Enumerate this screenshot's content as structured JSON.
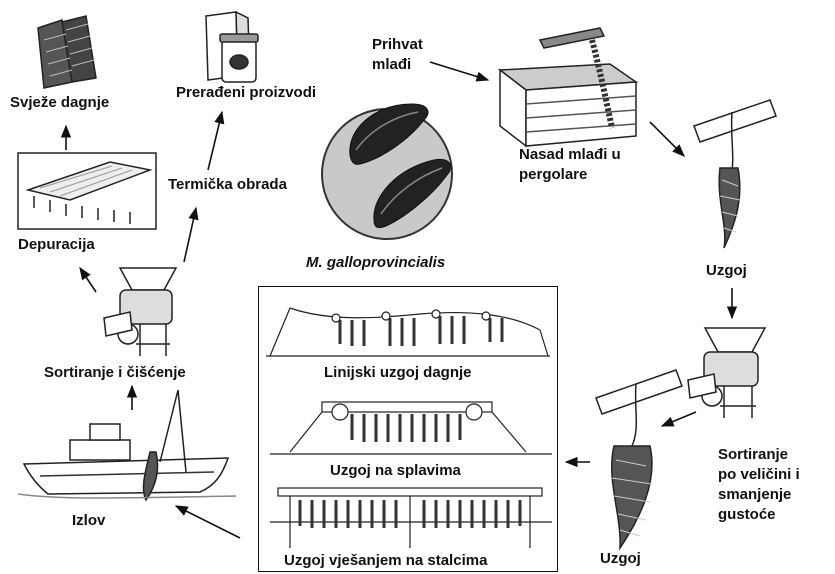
{
  "species": "M. galloprovincialis",
  "labels": {
    "fresh": "Svježe dagnje",
    "processed": "Prerađeni proizvodi",
    "thermal": "Termička obrada",
    "depuration": "Depuracija",
    "sorting_cleaning": "Sortiranje i čišćenje",
    "harvest": "Izlov",
    "spat_collection_1": "Prihvat",
    "spat_collection_2": "mlađi",
    "spat_planting_1": "Nasad mlađi u",
    "spat_planting_2": "pergolare",
    "grow_1": "Uzgoj",
    "grow_2": "Uzgoj",
    "size_sort_1": "Sortiranje",
    "size_sort_2": "po veličini i",
    "size_sort_3": "smanjenje",
    "size_sort_4": "gustoće",
    "longline": "Linijski uzgoj dagnje",
    "raft": "Uzgoj na splavima",
    "racks": "Uzgoj vješanjem na stalcima"
  }
}
